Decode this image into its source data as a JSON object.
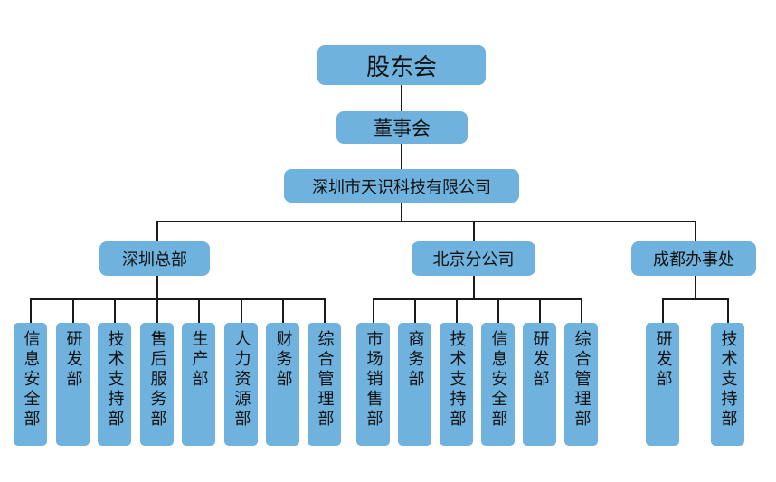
{
  "org": {
    "shareholders": "股东会",
    "board": "董事会",
    "company": "深圳市天识科技有限公司",
    "branches": [
      {
        "name": "深圳总部",
        "departments": [
          "信息安全部",
          "研发部",
          "技术支持部",
          "售后服务部",
          "生产部",
          "人力资源部",
          "财务部",
          "综合管理部"
        ]
      },
      {
        "name": "北京分公司",
        "departments": [
          "市场销售部",
          "商务部",
          "技术支持部",
          "信息安全部",
          "研发部",
          "综合管理部"
        ]
      },
      {
        "name": "成都办事处",
        "departments": [
          "研发部",
          "技术支持部"
        ]
      }
    ]
  },
  "colors": {
    "box_fill": "#6fb2de",
    "line": "#1a1a1a",
    "text": "#111111"
  }
}
